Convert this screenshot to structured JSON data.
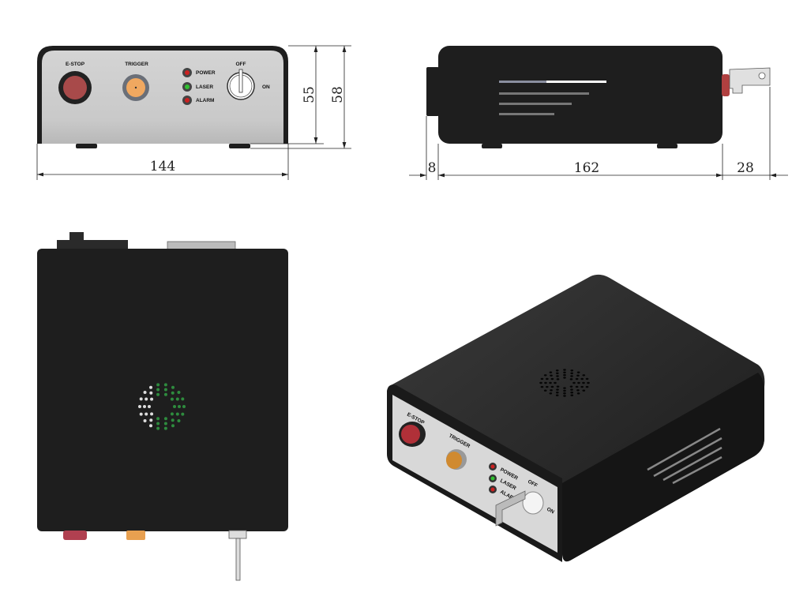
{
  "front_view": {
    "labels": {
      "estop": "E-STOP",
      "trigger": "TRIGGER",
      "power": "POWER",
      "laser": "LASER",
      "alarm": "ALARM",
      "off": "OFF",
      "on": "ON"
    },
    "dimensions": {
      "width": "144",
      "height_body": "55",
      "height_total": "58"
    }
  },
  "side_view": {
    "dimensions": {
      "knob": "8",
      "length": "162",
      "key": "28"
    }
  },
  "iso_view": {
    "labels": {
      "estop": "E-STOP",
      "trigger": "TRIGGER",
      "power": "POWER",
      "laser": "LASER",
      "alarm": "ALAR",
      "off": "OFF",
      "on": "ON"
    }
  },
  "colors": {
    "body": "#1e1e1e",
    "panel": "#cfcfcf",
    "estop": "#a84a4a",
    "trigger": "#f0a860",
    "led_red": "#cc2020",
    "led_green": "#30c030",
    "vent_green": "#2e8b3e"
  }
}
